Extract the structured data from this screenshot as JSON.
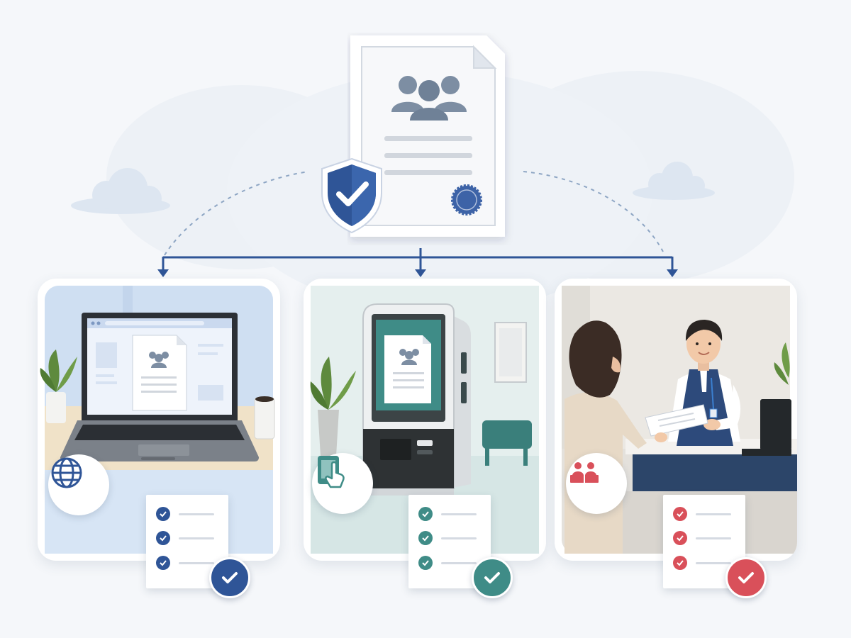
{
  "diagram": {
    "central_document": {
      "icon": "group-document-icon",
      "seal": "seal-icon",
      "shield": "shield-check-icon"
    },
    "channels": [
      {
        "name": "online",
        "badge_icon": "globe-icon",
        "accent": "#2f5597",
        "checklist_items": 3
      },
      {
        "name": "kiosk",
        "badge_icon": "touch-screen-icon",
        "accent": "#3f8c87",
        "checklist_items": 3
      },
      {
        "name": "counter",
        "badge_icon": "people-at-desk-icon",
        "accent": "#d9505a",
        "checklist_items": 3
      }
    ],
    "colors": {
      "primary_blue": "#2f5597",
      "teal": "#3f8c87",
      "red": "#d9505a",
      "background": "#f5f7fa"
    }
  }
}
